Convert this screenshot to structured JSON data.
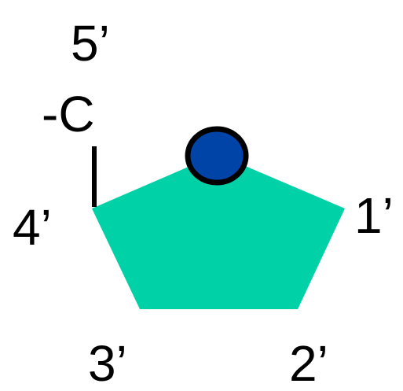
{
  "diagram": {
    "labels": {
      "c5_prime": "5’",
      "carbon": "-C",
      "c4_prime": "4’",
      "c1_prime": "1’",
      "c3_prime": "3’",
      "c2_prime": "2’"
    },
    "colors": {
      "ring_fill": "#00D1A7",
      "oxygen_fill": "#0044A8",
      "outline": "#000000",
      "background": "#FFFFFF"
    }
  }
}
